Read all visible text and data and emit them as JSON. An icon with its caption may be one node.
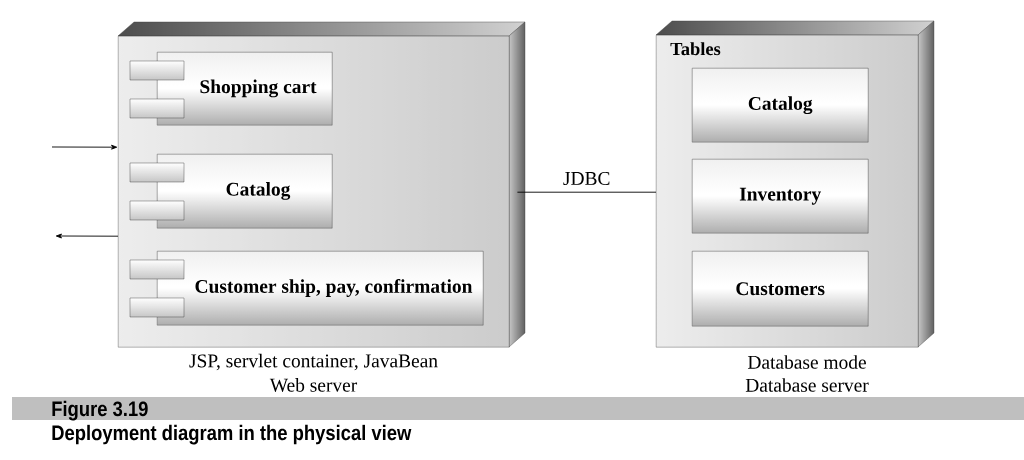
{
  "diagram": {
    "caption": "Deployment diagram in the physical view",
    "nodes": [
      {
        "text": [],
        "shape": "box",
        "beside": [
          "JSP, servlet container, JavaBean",
          "Web server"
        ]
      },
      {
        "text": [
          "Shopping cart"
        ],
        "in": 0
      },
      {
        "text": [
          "Catalog"
        ],
        "in": 0
      },
      {
        "text": [
          "Customer ship, pay, confirmation"
        ],
        "in": 0
      },
      {
        "text": [
          "Tables"
        ],
        "beside": [
          "Database mode",
          "Database server"
        ]
      },
      {
        "text": [
          "Catalog"
        ],
        "in": 4
      },
      {
        "text": [
          "Inventory"
        ],
        "in": 4
      },
      {
        "text": [
          "Customers"
        ],
        "in": 4
      }
    ],
    "edges": [
      {
        "from": null,
        "to": 0,
        "arrow": "to"
      },
      {
        "from": 0,
        "to": null,
        "arrow": "to"
      },
      {
        "from": 0,
        "to": 4,
        "arrow": "none",
        "label": "JDBC"
      }
    ],
    "labels": [
      "Figure 3.19"
    ]
  }
}
